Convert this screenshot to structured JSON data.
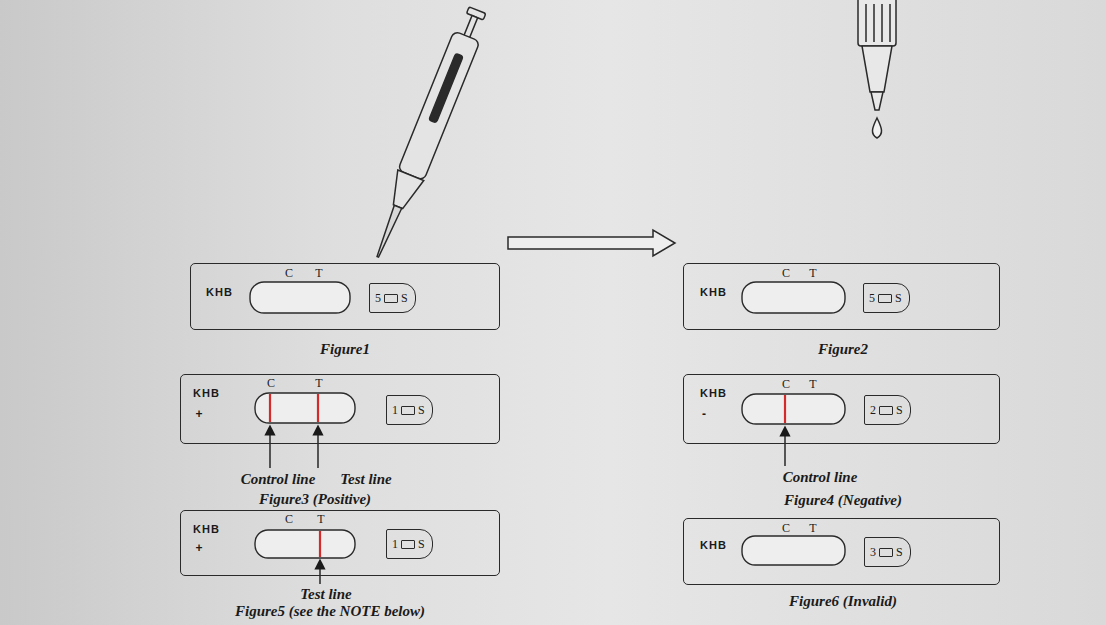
{
  "diagram": {
    "nodes": [
      {
        "text": [
          "KHB",
          "C",
          "T"
        ]
      },
      {
        "text": [
          "5",
          "S"
        ],
        "in": 0
      },
      {
        "text": [
          "KHB",
          "C",
          "T"
        ]
      },
      {
        "text": [
          "5",
          "S"
        ],
        "in": 2
      },
      {
        "text": [
          "KHB",
          "+",
          "C",
          "T"
        ]
      },
      {
        "text": [
          "1",
          "S"
        ],
        "in": 4
      },
      {
        "text": [
          "KHB",
          "-",
          "C",
          "T"
        ]
      },
      {
        "text": [
          "2",
          "S"
        ],
        "in": 6
      },
      {
        "text": [
          "KHB",
          "+",
          "C",
          "T"
        ]
      },
      {
        "text": [
          "1",
          "S"
        ],
        "in": 8
      },
      {
        "text": [
          "KHB",
          "C",
          "T"
        ]
      },
      {
        "text": [
          "3",
          "S"
        ],
        "in": 10
      }
    ],
    "edges": [
      {
        "from": 0,
        "to": 2,
        "arrow": "to"
      }
    ],
    "labels": [
      "Figure1",
      "Figure2",
      "Control line",
      "Test line",
      "Figure3 (Positive)",
      "Control line",
      "Figure4 (Negative)",
      "Test line",
      "Figure5 (see the NOTE below)",
      "Figure6 (Invalid)"
    ]
  }
}
